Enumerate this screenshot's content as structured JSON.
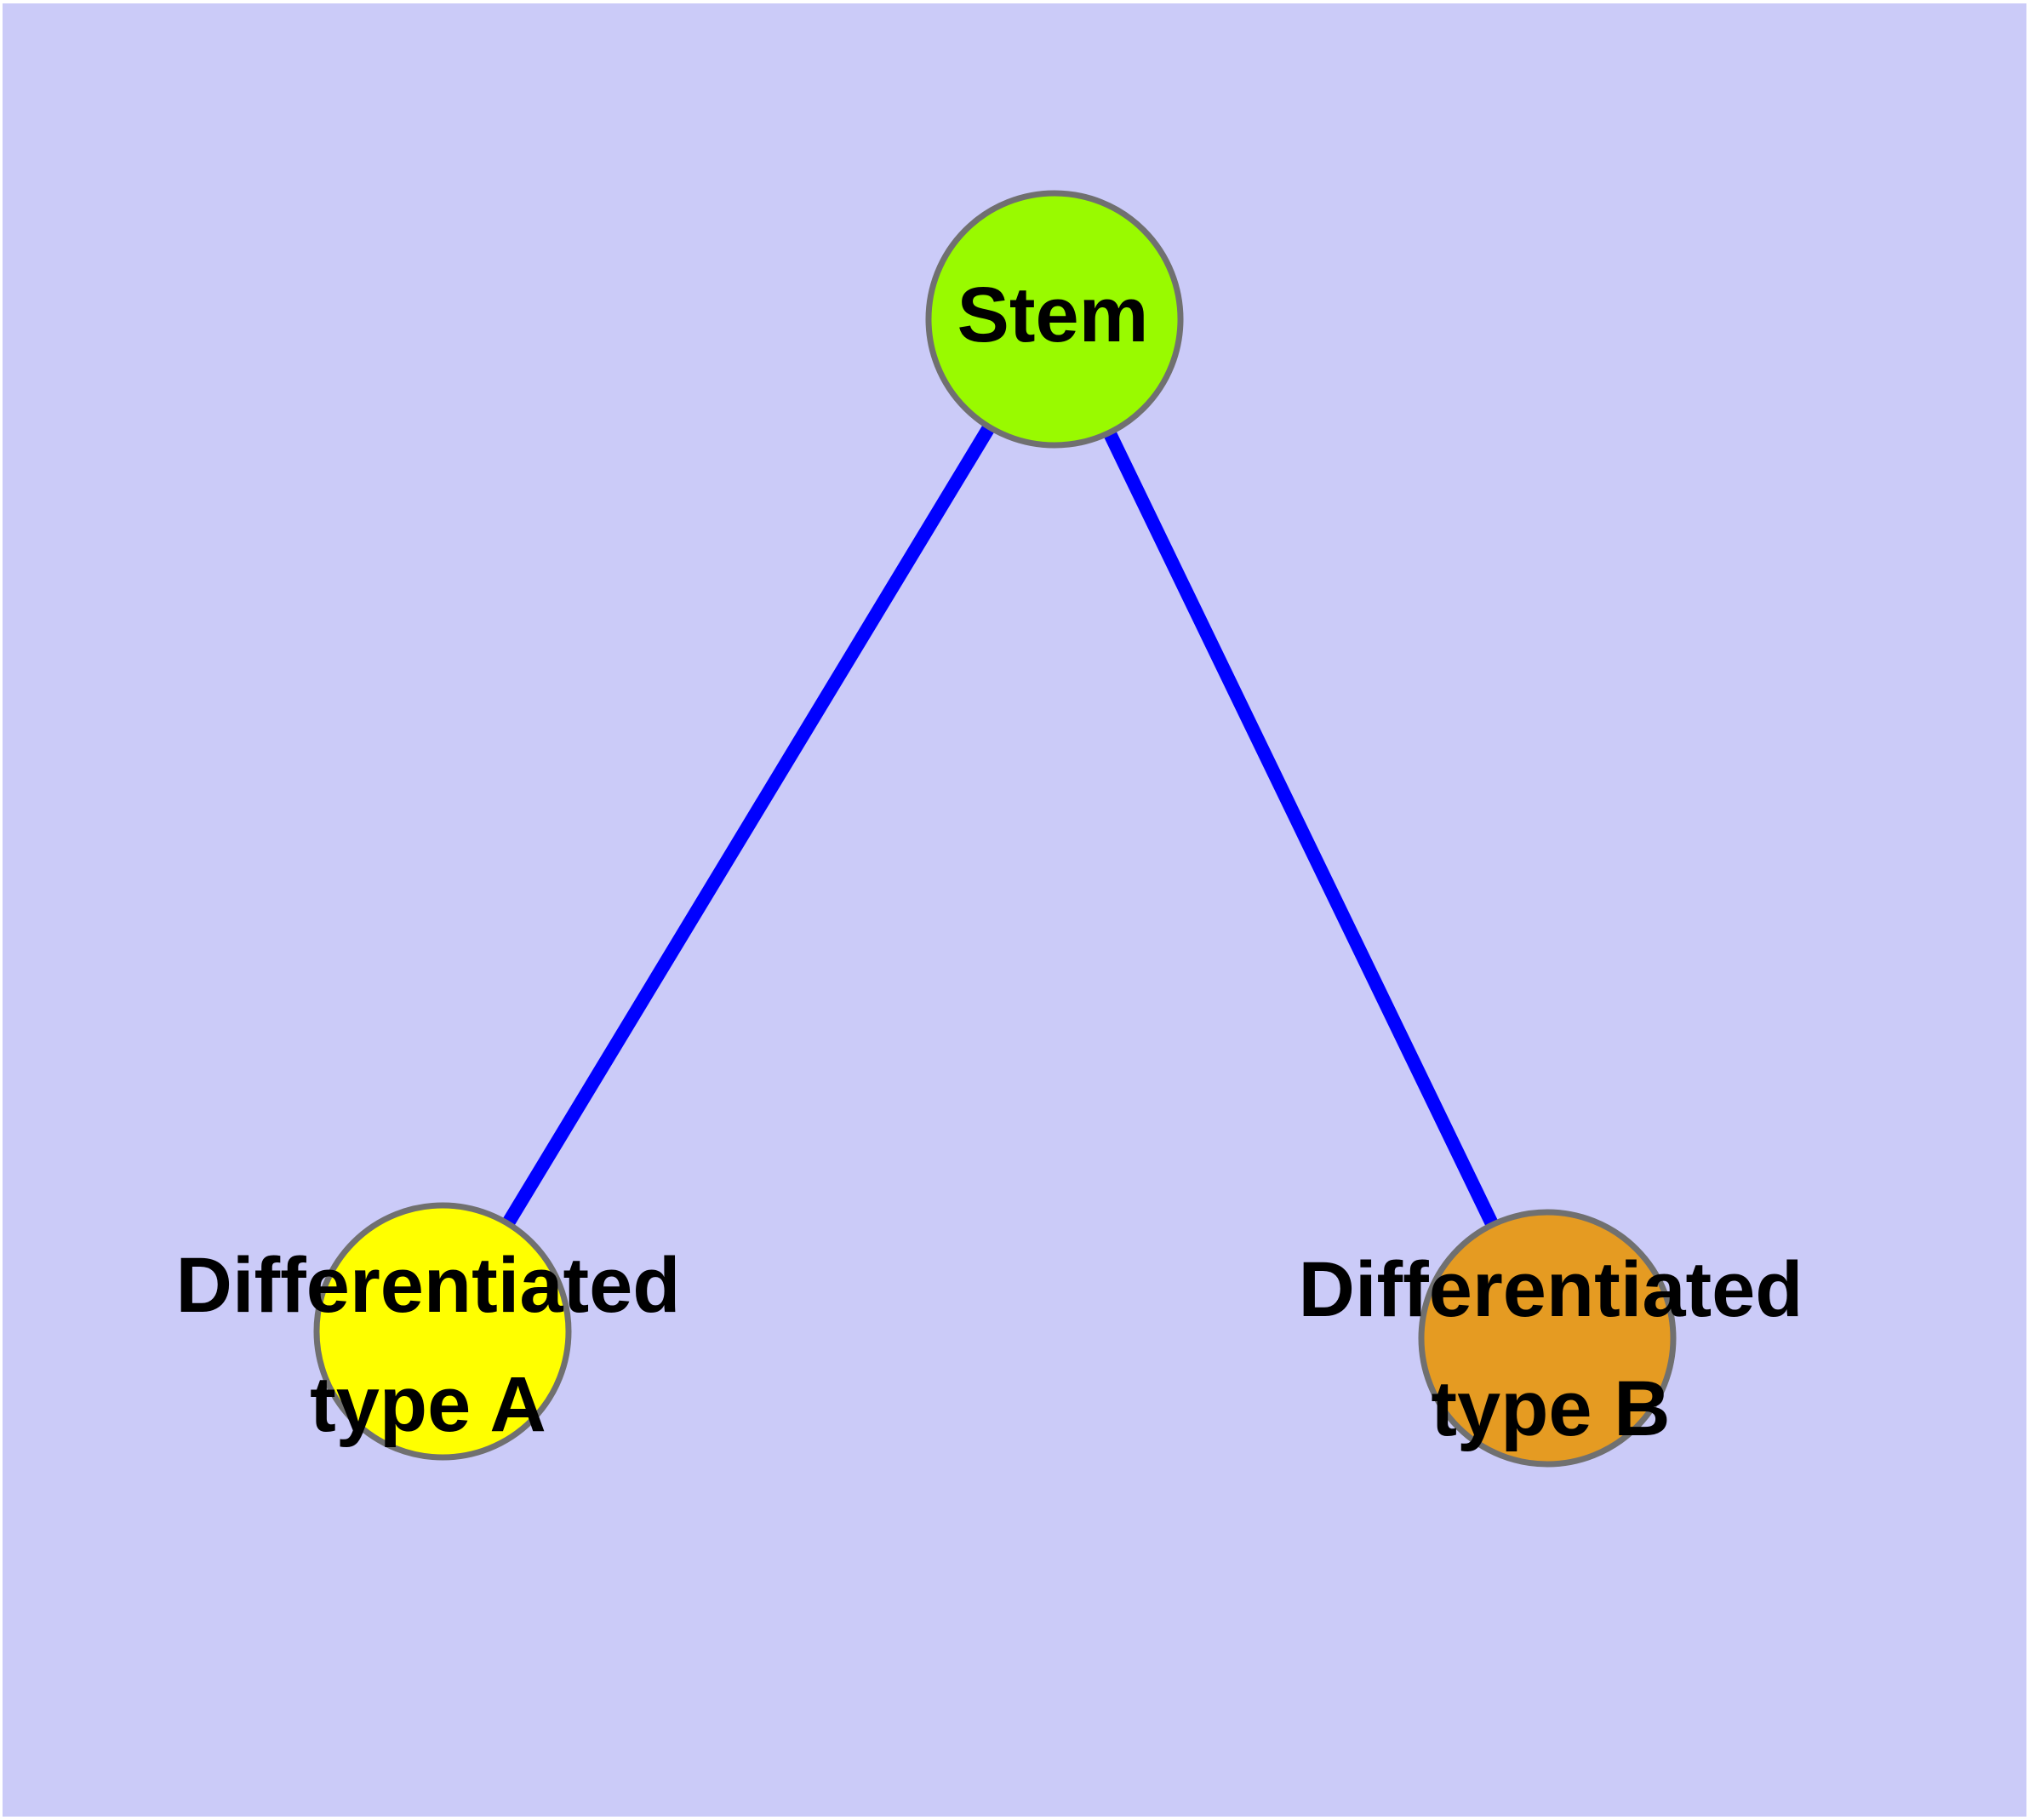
{
  "diagram": {
    "background_color": "#CBCBF8",
    "margin_color": "#FFFFFF",
    "edge_color": "#0000FF",
    "node_border_color": "#707070",
    "text_color": "#000000",
    "nodes": {
      "stem": {
        "label": "Stem",
        "fill": "#99FA00"
      },
      "type_a": {
        "lines": [
          "Differentiated",
          "type A"
        ],
        "fill": "#FFFF00"
      },
      "type_b": {
        "lines": [
          "Differentiated",
          "type B"
        ],
        "fill": "#E59B22"
      }
    },
    "edges": [
      {
        "from": "Stem",
        "to": "Differentiated type A"
      },
      {
        "from": "Stem",
        "to": "Differentiated type B"
      }
    ]
  }
}
